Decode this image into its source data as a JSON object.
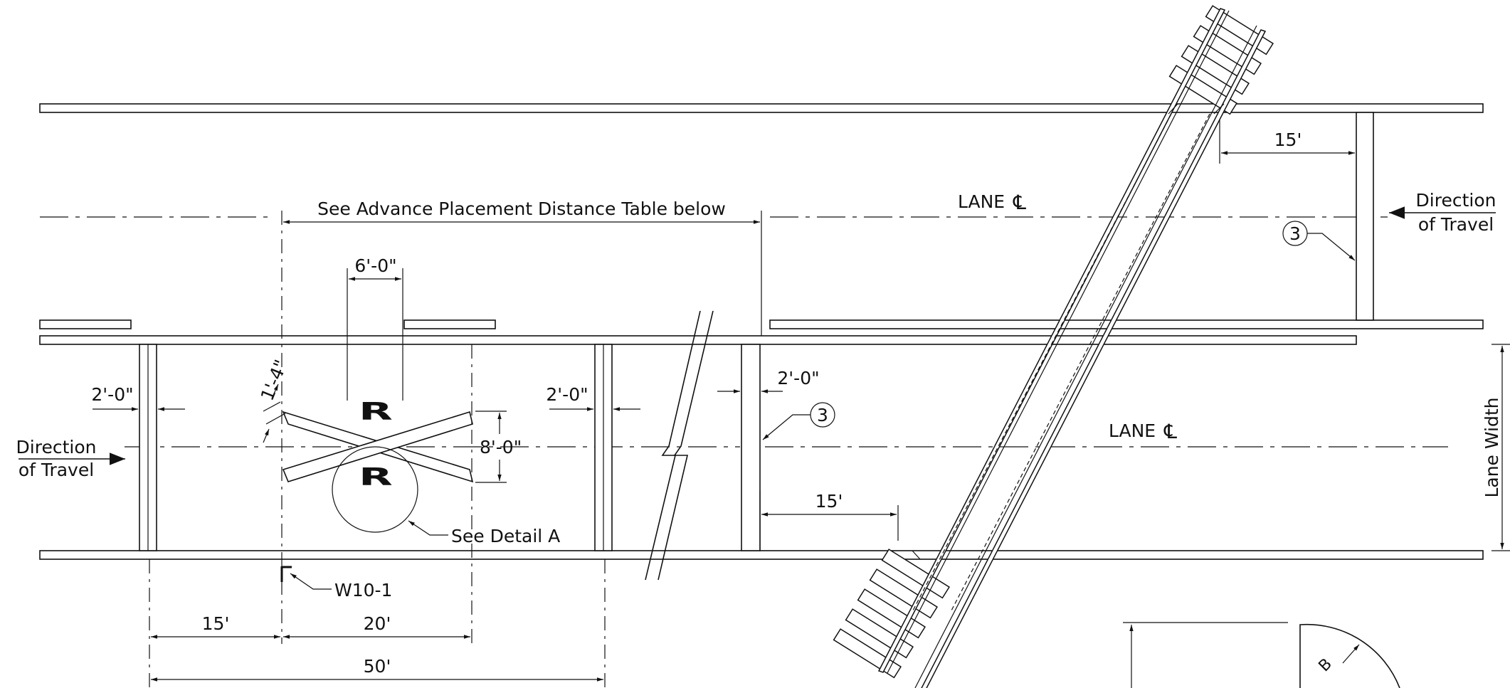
{
  "labels": {
    "advance_placement": "See Advance Placement Distance Table below",
    "lane_cl_top": "LANE",
    "lane_cl_bottom": "LANE",
    "cl_symbol": "℄",
    "direction_right_line1": "Direction",
    "direction_right_line2": "of Travel",
    "direction_left_line1": "Direction",
    "direction_left_line2": "of Travel",
    "lane_width": "Lane Width",
    "see_detail": "See Detail A",
    "sign_code": "W10-1",
    "marking_letter": "R",
    "callout_number": "3",
    "detail_b": "B"
  },
  "dimensions": {
    "dim_15_top": "15'",
    "dim_6_0": "6'-0\"",
    "dim_1_4": "1'-4\"",
    "dim_8_0": "8'-0\"",
    "dim_2_0_left": "2'-0\"",
    "dim_2_0_mid": "2'-0\"",
    "dim_2_0_right": "2'-0\"",
    "dim_15_mid": "15'",
    "dim_15_bottom": "15'",
    "dim_20": "20'",
    "dim_50": "50'"
  }
}
